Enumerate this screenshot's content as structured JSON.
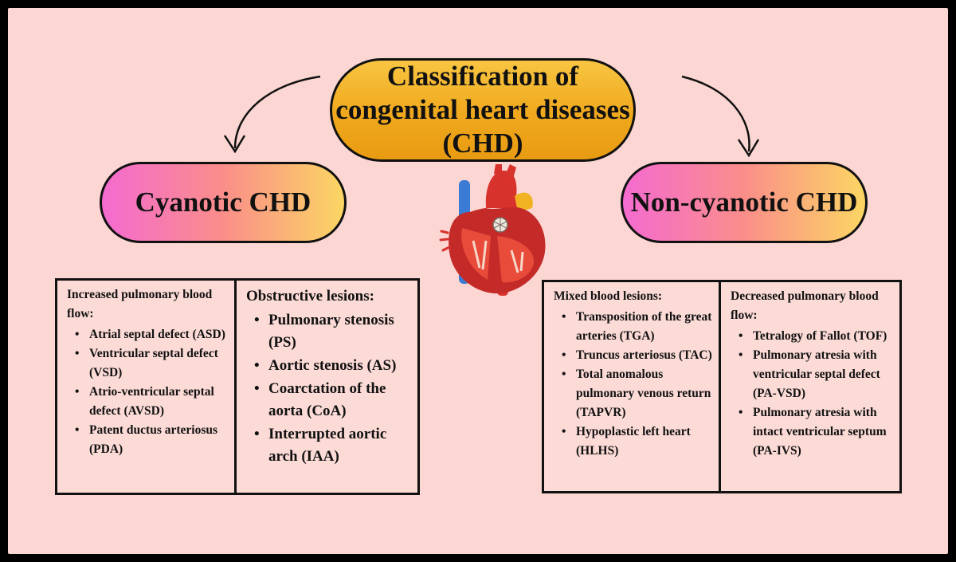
{
  "title": "Classification of congenital heart diseases (CHD)",
  "categories": {
    "cyanotic": "Cyanotic CHD",
    "non_cyanotic": "Non-cyanotic CHD"
  },
  "left_table": {
    "col1": {
      "heading": "Increased pulmonary blood flow:",
      "items": [
        "Atrial septal defect (ASD)",
        "Ventricular septal defect (VSD)",
        "Atrio-ventricular septal defect (AVSD)",
        "Patent ductus arteriosus (PDA)"
      ]
    },
    "col2": {
      "heading": "Obstructive lesions:",
      "items": [
        "Pulmonary stenosis (PS)",
        "Aortic stenosis (AS)",
        "Coarctation of the aorta (CoA)",
        "Interrupted aortic arch (IAA)"
      ]
    }
  },
  "right_table": {
    "col1": {
      "heading": "Mixed blood lesions:",
      "items": [
        "Transposition of the great arteries (TGA)",
        "Truncus arteriosus (TAC)",
        "Total anomalous pulmonary venous return (TAPVR)",
        "Hypoplastic left heart (HLHS)"
      ]
    },
    "col2": {
      "heading": "Decreased pulmonary blood flow:",
      "items": [
        "Tetralogy of Fallot (TOF)",
        "Pulmonary atresia with ventricular septal defect (PA-VSD)",
        "Pulmonary atresia with intact ventricular septum (PA-IVS)"
      ]
    }
  },
  "colors": {
    "background": "#fbd6d2",
    "title_pill": "#f0a81d",
    "category_gradient_start": "#f46bd0",
    "category_gradient_end": "#fbd663",
    "border": "#111111"
  },
  "icons": [
    "heart-anatomy-icon",
    "curved-arrow-icon"
  ]
}
